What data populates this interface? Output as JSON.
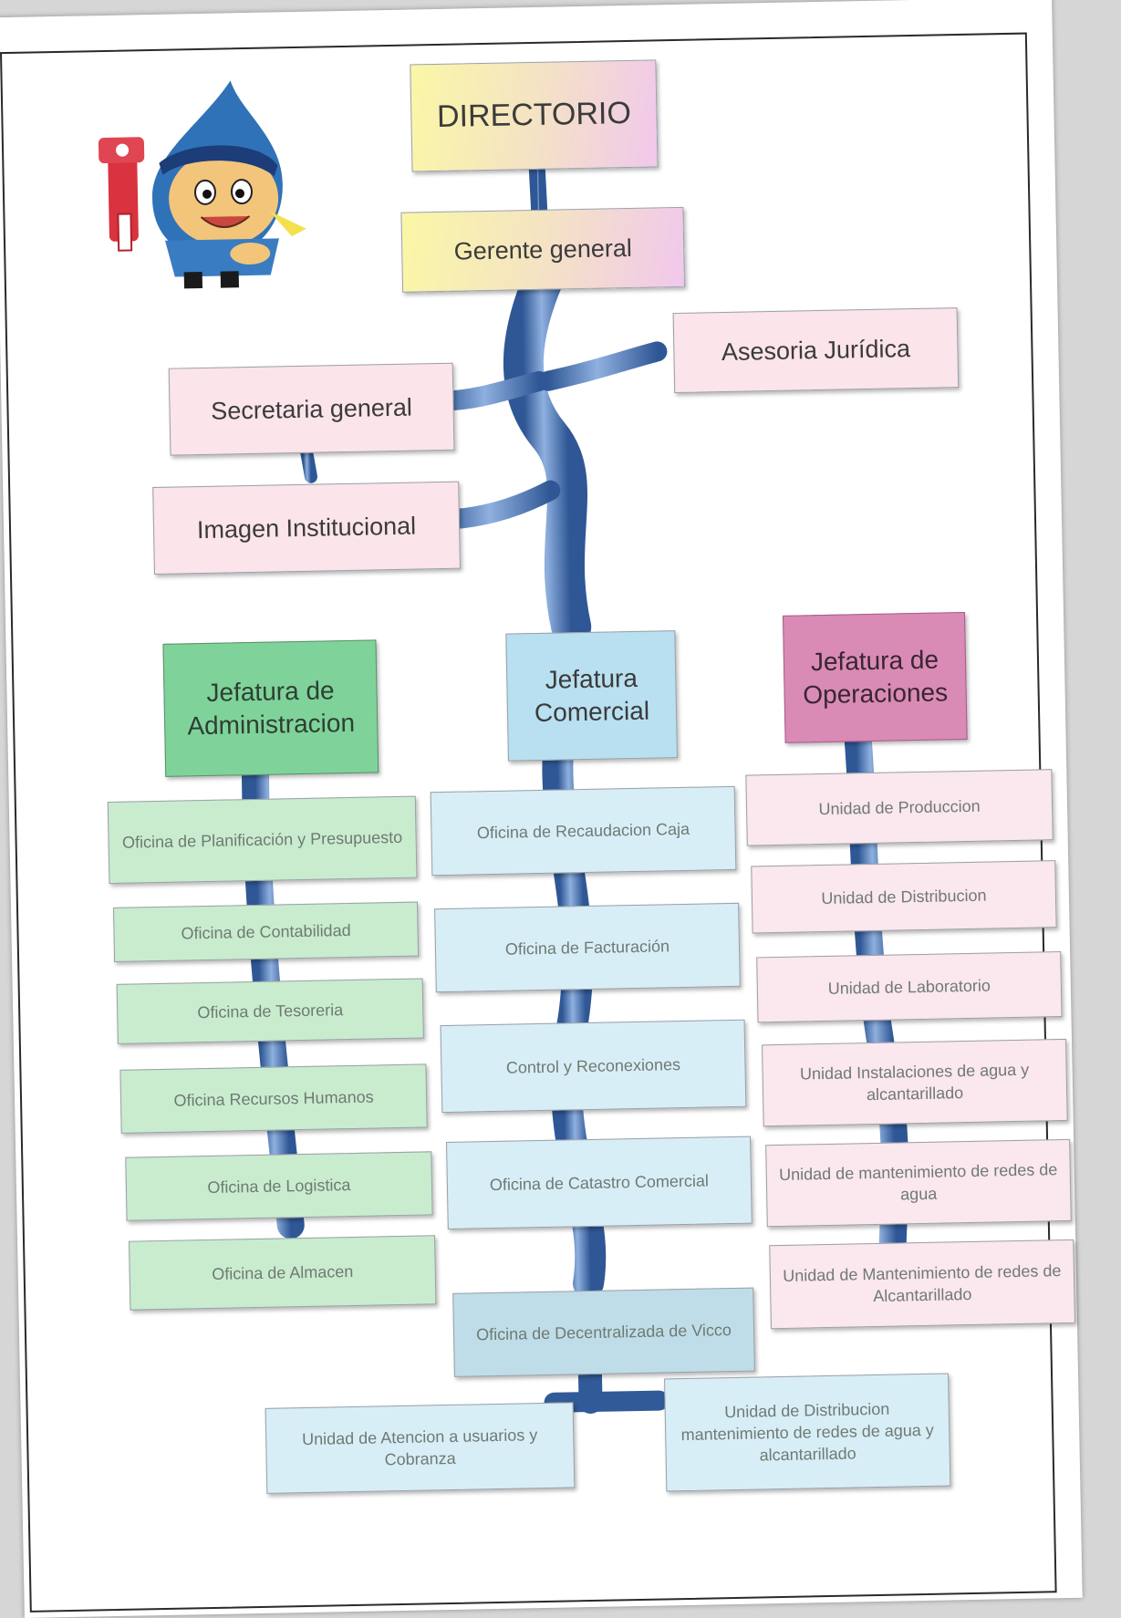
{
  "top": {
    "directorio": "DIRECTORIO",
    "gerente": "Gerente general",
    "asesoria": "Asesoria Jurídica",
    "secretaria": "Secretaria general",
    "imagen": "Imagen Institucional"
  },
  "columns": {
    "administracion": {
      "title_line1": "Jefatura de",
      "title_line2": "Administracion",
      "items": [
        "Oficina de Planificación y Presupuesto",
        "Oficina de Contabilidad",
        "Oficina de Tesoreria",
        "Oficina Recursos Humanos",
        "Oficina de Logistica",
        "Oficina de Almacen"
      ]
    },
    "comercial": {
      "title_line1": "Jefatura",
      "title_line2": "Comercial",
      "items": [
        "Oficina de Recaudacion Caja",
        "Oficina de Facturación",
        "Control y Reconexiones",
        "Oficina de Catastro Comercial",
        "Oficina de Decentralizada de Vicco"
      ]
    },
    "operaciones": {
      "title_line1": "Jefatura de",
      "title_line2": "Operaciones",
      "items": [
        "Unidad de Produccion",
        "Unidad de Distribucion",
        "Unidad de Laboratorio",
        "Unidad Instalaciones de agua y alcantarillado",
        "Unidad de mantenimiento de redes de agua",
        "Unidad de Mantenimiento de redes de Alcantarillado"
      ]
    }
  },
  "bottom": {
    "atencion": "Unidad de Atencion a usuarios y Cobranza",
    "distribucion": "Unidad de Distribucion mantenimiento de redes de agua y alcantarillado"
  },
  "colors": {
    "trunk": "#3f6aa8",
    "trunk_light": "#7fa3d6"
  },
  "icons": {
    "mascot": "water-drop-mascot-with-wrench"
  }
}
